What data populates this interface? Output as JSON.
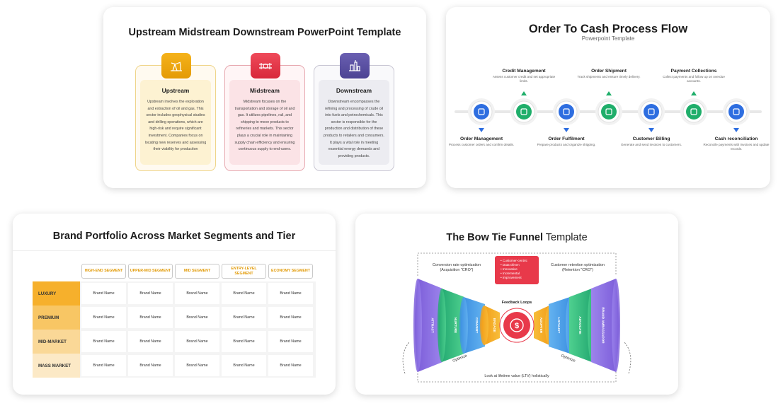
{
  "card1": {
    "title": "Upstream Midstream Downstream PowerPoint Template",
    "streams": [
      {
        "title": "Upstream",
        "body": "Upstream involves the exploration and extraction of oil and gas. This sector includes geophysical studies and drilling operations, which are high-risk and require significant investment. Companies focus on locating new reserves and assessing their viability for production",
        "icon": "oil-pump-icon"
      },
      {
        "title": "Midstream",
        "body": "Midstream focuses on the transportation and storage of oil and gas. It utilizes pipelines, rail, and shipping to move products to refineries and markets. This sector plays a crucial role in maintaining supply chain efficiency and ensuring continuous supply to end-users.",
        "icon": "pipeline-icon"
      },
      {
        "title": "Downstream",
        "body": "Downstream encompasses the refining and processing of crude oil into fuels and petrochemicals. This sector is responsible for the production and distribution of these products to retailers and consumers. It plays a vital role in meeting essential energy demands and providing products.",
        "icon": "refinery-icon"
      }
    ]
  },
  "card2": {
    "title": "Order To Cash Process Flow",
    "subtitle": "Powerpoint Template",
    "steps": [
      {
        "title": "Order Management",
        "desc": "Process customer orders and confirm details.",
        "color": "#2e6ee0",
        "pos": "below"
      },
      {
        "title": "Credit Management",
        "desc": "Assess customer credit and set appropriate limits.",
        "color": "#1fae6a",
        "pos": "above"
      },
      {
        "title": "Order Fulfilment",
        "desc": "Prepare products and organize shipping.",
        "color": "#2e6ee0",
        "pos": "below"
      },
      {
        "title": "Order Shipment",
        "desc": "Track shipments and ensure timely delivery.",
        "color": "#1fae6a",
        "pos": "above"
      },
      {
        "title": "Customer Billing",
        "desc": "Generate and send invoices to customers.",
        "color": "#2e6ee0",
        "pos": "below"
      },
      {
        "title": "Payment Collections",
        "desc": "Collect payments and follow up on overdue accounts.",
        "color": "#1fae6a",
        "pos": "above"
      },
      {
        "title": "Cash reconciliation",
        "desc": "Reconcile payments with invoices and update records.",
        "color": "#2e6ee0",
        "pos": "below"
      }
    ]
  },
  "card3": {
    "title": "Brand Portfolio Across Market Segments and Tier",
    "columns": [
      "HIGH-END SEGMENT",
      "UPPER-MID SEGMENT",
      "MID SEGMENT",
      "ENTRY-LEVEL SEGMENT",
      "ECONOMY SEGMENT"
    ],
    "tiers": [
      {
        "name": "LUXURY",
        "color": "#f6b02c"
      },
      {
        "name": "PREMIUM",
        "color": "#f8c664"
      },
      {
        "name": "MID-MARKET",
        "color": "#fad897"
      },
      {
        "name": "MASS MARKET",
        "color": "#fce9c6"
      }
    ],
    "cell_text": "Brand Name"
  },
  "card4": {
    "title_bold": "The Bow Tie Funnel",
    "title_rest": " Template",
    "left_note": "Conversion rate optimization (Acquisition \"CRO\")",
    "right_note": "Customer retention optimization (Retention \"CRO\")",
    "bullets": [
      "Customer-centric",
      "Data-driven",
      "Innovative",
      "Incremental",
      "Improvement"
    ],
    "feedback": "Feedback Loops",
    "left_stages": [
      "ATTRACT",
      "NURTURE",
      "CONVERT",
      "ENGAGE"
    ],
    "right_stages": [
      "ADOPTER",
      "LOYALIST",
      "ADVOCATE",
      "BRAND AMBASSADOR"
    ],
    "optimize": "Optimize",
    "bottom_note": "Look at lifetime value (LTV) holistically"
  }
}
